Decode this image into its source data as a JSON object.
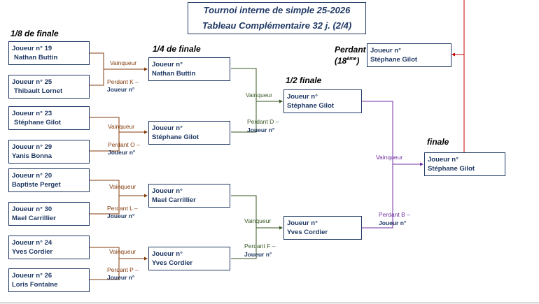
{
  "title": {
    "line1": "Tournoi interne de simple 25-2026",
    "line2": "Tableau Complémentaire 32 j. (2/4)"
  },
  "rounds": {
    "r16": "1/8 de finale",
    "qf": "1/4 de finale",
    "sf": "1/2 finale",
    "final": "finale"
  },
  "player_prefix": "Joueur n°",
  "r16": [
    {
      "num": "19",
      "name": "Nathan Buttin"
    },
    {
      "num": "25",
      "name": "Thibault Lornet"
    },
    {
      "num": "23",
      "name": "Stéphane Gilot"
    },
    {
      "num": "29",
      "name": "Yanis Bonna"
    },
    {
      "num": "20",
      "name": "Baptiste Perget"
    },
    {
      "num": "30",
      "name": "Mael Carrillier"
    },
    {
      "num": "24",
      "name": "Yves Cordier"
    },
    {
      "num": "26",
      "name": "Loris Fontaine"
    }
  ],
  "qf": [
    {
      "name": "Nathan Buttin"
    },
    {
      "name": "Stéphane Gilot"
    },
    {
      "name": "Mael Carrillier"
    },
    {
      "name": "Yves Cordier"
    }
  ],
  "sf": [
    {
      "name": "Stéphane Gilot"
    },
    {
      "name": "Yves Cordier"
    }
  ],
  "final": {
    "name": "Stéphane Gilot"
  },
  "loser": {
    "label": "Perdant",
    "rank": "18",
    "rank_sup": "ème",
    "name": "Stéphane Gilot"
  },
  "labels": {
    "winner": "Vainqueur",
    "loser_k": "Perdant K –",
    "loser_o": "Perdant O –",
    "loser_l": "Perdant L –",
    "loser_p": "Perdant P –",
    "loser_d": "Perdant D –",
    "loser_f": "Perdant F –",
    "loser_b": "Perdant B –",
    "joueur": "Joueur n°"
  },
  "colors": {
    "r16_lines": "#843c0c",
    "qf_lines": "#375623",
    "sf_lines": "#7030a0",
    "loser_line": "#c00000",
    "box_border": "#1f3864"
  }
}
